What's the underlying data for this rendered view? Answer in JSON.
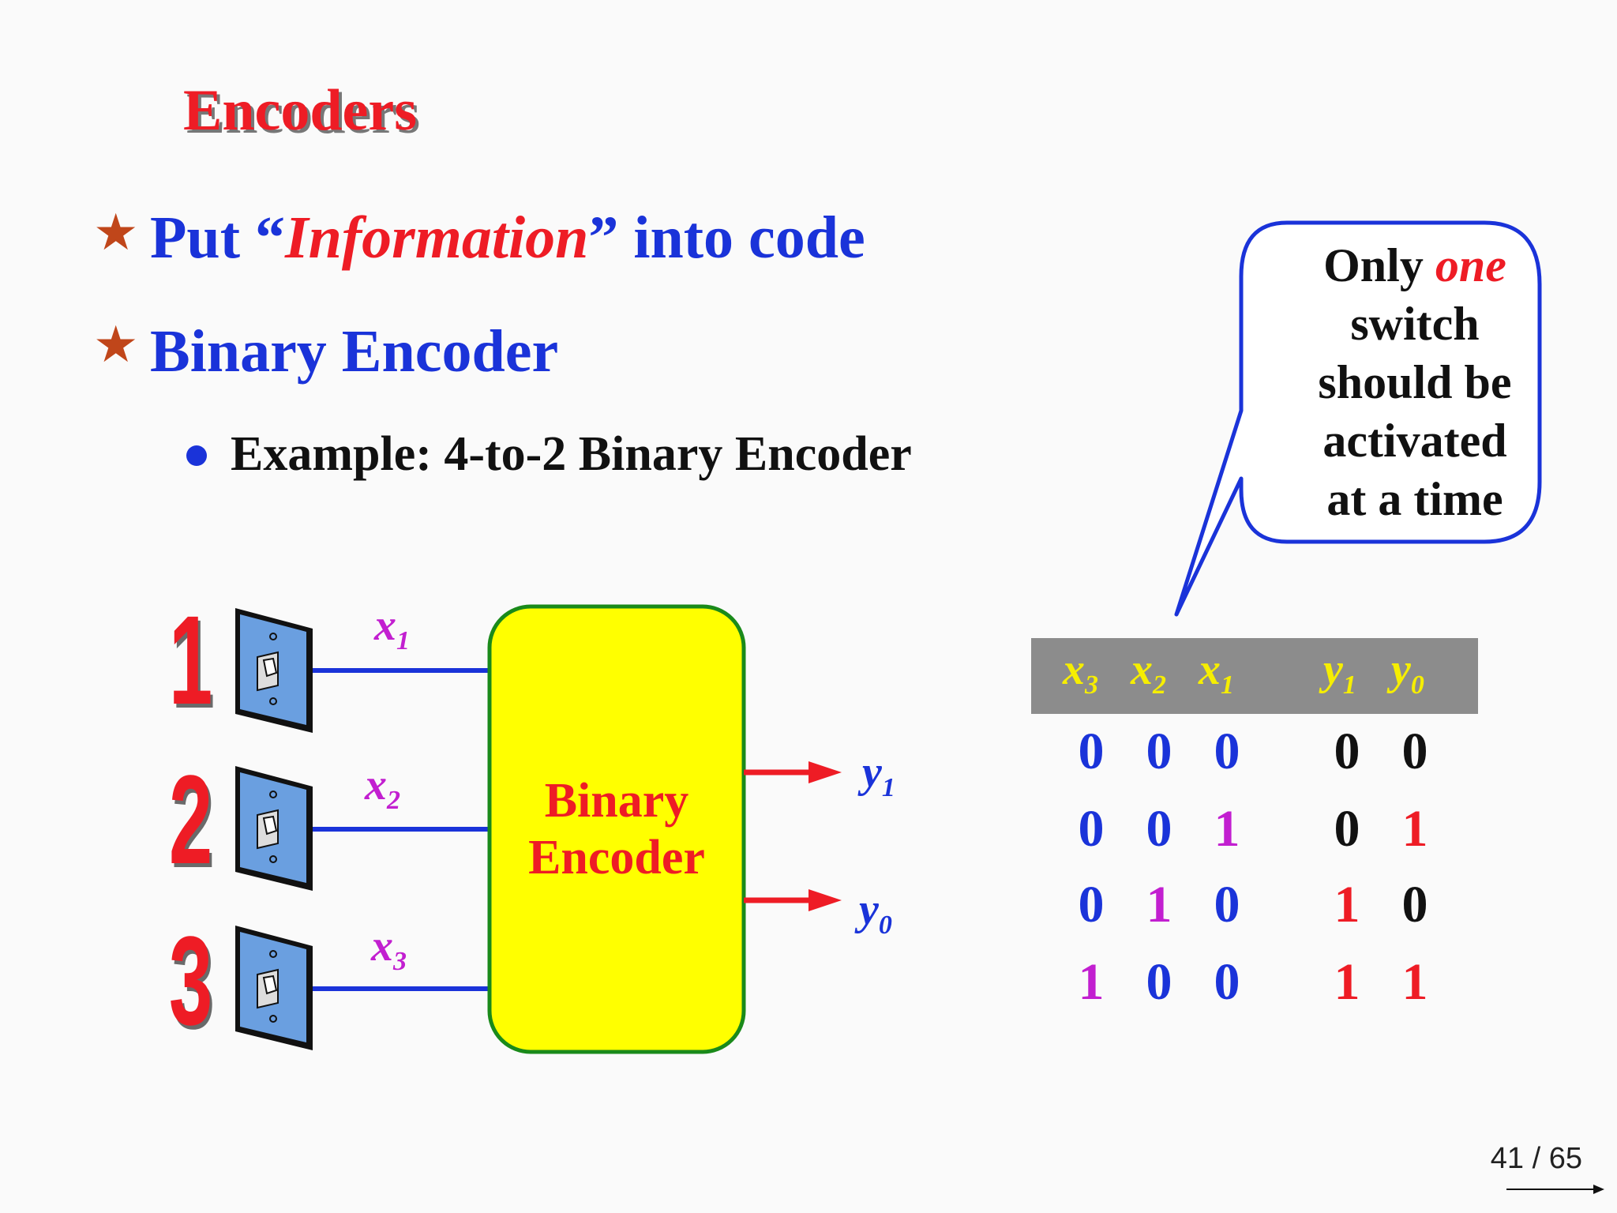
{
  "slide": {
    "title": "Encoders",
    "bullets": [
      {
        "pre": "Put “",
        "emph": "Information",
        "post": "” into code"
      },
      {
        "text": "Binary Encoder"
      }
    ],
    "sub_bullet": "Example: 4-to-2 Binary Encoder",
    "callout": {
      "line1_pre": "Only ",
      "line1_emph": "one",
      "line2": "switch",
      "line3": "should be",
      "line4": "activated",
      "line5": "at a time"
    },
    "diagram": {
      "switch_numbers": [
        "1",
        "2",
        "3"
      ],
      "inputs": [
        {
          "var": "x",
          "sub": "1"
        },
        {
          "var": "x",
          "sub": "2"
        },
        {
          "var": "x",
          "sub": "3"
        }
      ],
      "outputs": [
        {
          "var": "y",
          "sub": "1"
        },
        {
          "var": "y",
          "sub": "0"
        }
      ],
      "encoder_label_line1": "Binary",
      "encoder_label_line2": "Encoder"
    },
    "truth_table": {
      "headers": [
        {
          "var": "x",
          "sub": "3"
        },
        {
          "var": "x",
          "sub": "2"
        },
        {
          "var": "x",
          "sub": "1"
        },
        {
          "var": "y",
          "sub": "1"
        },
        {
          "var": "y",
          "sub": "0"
        }
      ],
      "rows": [
        [
          "0",
          "0",
          "0",
          "0",
          "0"
        ],
        [
          "0",
          "0",
          "1",
          "0",
          "1"
        ],
        [
          "0",
          "1",
          "0",
          "1",
          "0"
        ],
        [
          "1",
          "0",
          "0",
          "1",
          "1"
        ]
      ]
    },
    "page_indicator": "41 / 65",
    "colors": {
      "title": "#ee1c25",
      "bullet_text": "#1a33d9",
      "zero_input": "#1a33d9",
      "one_input": "#c21fd0",
      "zero_output": "#111111",
      "one_output": "#ee1c25",
      "encoder_fill": "#ffff00",
      "encoder_border": "#1a8a1a"
    }
  }
}
